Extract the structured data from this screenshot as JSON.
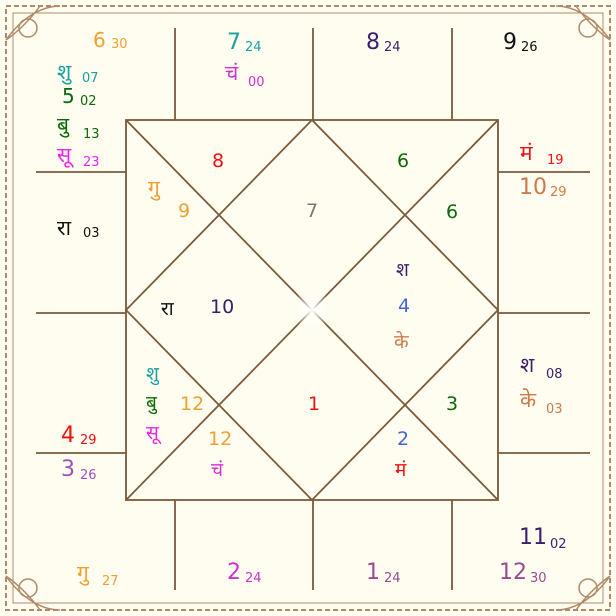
{
  "colors": {
    "background": "#fffdf0",
    "line": "#7a5a3a",
    "border": "#b08a68",
    "orange": "#f0a030",
    "cyan": "#1aa0a0",
    "magenta": "#d030d0",
    "purple": "#3a1e6e",
    "black": "#111111",
    "teal": "#1a9090",
    "green": "#0a6a0a",
    "pink": "#ee22ee",
    "red": "#ee1111",
    "brown": "#cc7a4a",
    "grey": "#777777",
    "blue": "#4466cc",
    "violet": "#a050c0",
    "plum": "#9a4a90"
  },
  "outer_cells": {
    "top_left_sign": "6",
    "top_left_deg": "30",
    "tl_shu": "शु",
    "tl_shu_deg": "07",
    "tl_five": "5",
    "tl_five_deg": "02",
    "tl_bu": "बु",
    "tl_bu_deg": "13",
    "tl_su": "सू",
    "tl_su_deg": "23",
    "top2_sign": "7",
    "top2_deg": "24",
    "top2_ch": "चं",
    "top2_ch_deg": "00",
    "top3_sign": "8",
    "top3_deg": "24",
    "top4_sign": "9",
    "top4_deg": "26",
    "right1_ma": "मं",
    "right1_ma_deg": "19",
    "right1_sign": "10",
    "right1_sign_deg": "29",
    "left1_ra": "रा",
    "left1_ra_deg": "03",
    "right3_sha": "श",
    "right3_sha_deg": "08",
    "right3_ke": "के",
    "right3_ke_deg": "03",
    "left3_sign": "4",
    "left3_deg": "29",
    "left4_sign": "3",
    "left4_deg": "26",
    "bottom_right_a": "11",
    "bottom_right_a_deg": "02",
    "bottom_right_b": "12",
    "bottom_right_b_deg": "30",
    "bottom3_sign": "1",
    "bottom3_deg": "24",
    "bottom2_sign": "2",
    "bottom2_deg": "24",
    "bottom_left_gu": "गु",
    "bottom_left_gu_deg": "27"
  },
  "inner_chart": {
    "house_top_left_num": "8",
    "house_top_left_gu": "गु",
    "house_top_left_sign": "9",
    "house_top_center": "7",
    "house_top_right_num": "6",
    "house_top_right_sign": "6",
    "house_center_sha": "श",
    "house_center_num": "4",
    "house_center_ke": "के",
    "house_left_ra": "रा",
    "house_left_num": "10",
    "house_bottom_left_shu": "शु",
    "house_bottom_left_bu": "बु",
    "house_bottom_left_su": "सू",
    "house_bottom_left_num": "12",
    "house_bottom_left2_num": "12",
    "house_bottom_left2_ch": "चं",
    "house_bottom_center": "1",
    "house_bottom_right_num": "2",
    "house_bottom_right_ma": "मं",
    "house_right_num": "3"
  }
}
